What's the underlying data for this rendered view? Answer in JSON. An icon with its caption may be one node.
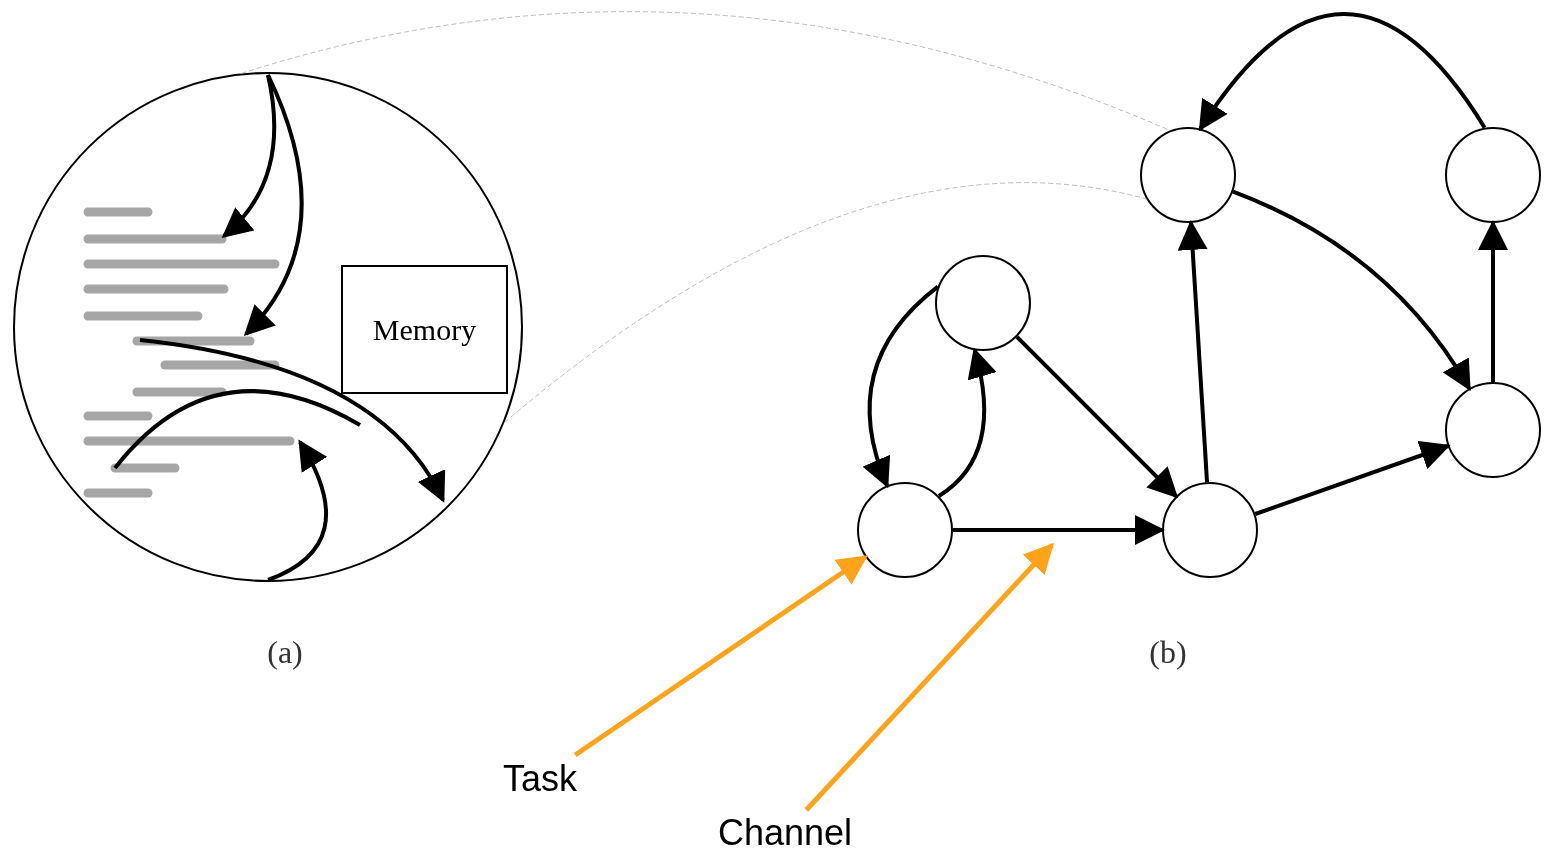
{
  "diagram": {
    "nodes": [
      {
        "text": [],
        "shape": "circle"
      },
      {
        "text": [
          "Memory"
        ],
        "in": 0
      },
      {
        "text": [],
        "shape": "circle"
      },
      {
        "text": [],
        "shape": "circle"
      },
      {
        "text": [],
        "shape": "circle"
      },
      {
        "text": [],
        "shape": "circle"
      },
      {
        "text": [],
        "shape": "circle"
      },
      {
        "text": [],
        "shape": "circle"
      },
      {
        "text": [
          "Task"
        ]
      },
      {
        "text": [
          "Channel"
        ]
      }
    ],
    "edges": [
      {
        "from": 3,
        "to": 2,
        "arrow": "to"
      },
      {
        "from": 2,
        "to": 5,
        "arrow": "to"
      },
      {
        "from": 5,
        "to": 3,
        "arrow": "to"
      },
      {
        "from": 7,
        "to": 2,
        "arrow": "to"
      },
      {
        "from": 7,
        "to": 5,
        "arrow": "to"
      },
      {
        "from": 6,
        "to": 7,
        "arrow": "to"
      },
      {
        "from": 4,
        "to": 7,
        "arrow": "to"
      },
      {
        "from": 4,
        "to": 6,
        "arrow": "to"
      },
      {
        "from": 6,
        "to": 4,
        "arrow": "to"
      },
      {
        "from": 8,
        "to": 6,
        "arrow": "to",
        "color": "#ffa31a"
      },
      {
        "from": 9,
        "to": null,
        "arrow": "to",
        "color": "#ffa31a"
      },
      {
        "from": 0,
        "to": 2,
        "arrow": "none",
        "style": "dashed",
        "color": "#bbbbbb"
      },
      {
        "from": 0,
        "to": 2,
        "arrow": "none",
        "style": "dashed",
        "color": "#bbbbbb"
      }
    ],
    "labels": [
      "(a)",
      "(b)"
    ]
  }
}
